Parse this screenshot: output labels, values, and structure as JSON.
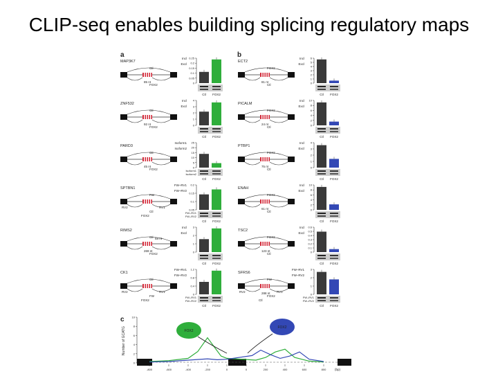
{
  "slide": {
    "title": "CLIP-seq enables building splicing regulatory maps"
  },
  "figure": {
    "panel_letters": [
      "a",
      "b",
      "c"
    ],
    "gene_axis_title": "Number of GCATG",
    "x_axis_unit": "(bp)",
    "protein_label_green": "FOX2",
    "protein_label_blue": "FOX2",
    "colors": {
      "ctl_bar": "#3a3a3a",
      "fox2_green": "#2fae3b",
      "fox2_blue": "#3348b5",
      "exon_red": "#d32a3a"
    },
    "panel_a": [
      {
        "gene": "MAP3K7",
        "legend": [
          "Incl",
          "Excl"
        ],
        "distance": "85 nt",
        "ticks": [
          "0.25",
          "0.2",
          "0.15",
          "0.1",
          "0.05",
          "0"
        ],
        "bars": {
          "ctl": 0.45,
          "fox2": 0.95
        },
        "under": [
          "Ctl",
          "FOX2"
        ],
        "left_labels": [
          "Ctl",
          "FOX2"
        ]
      },
      {
        "gene": "ZNF532",
        "legend": [
          "Incl",
          "Excl"
        ],
        "distance": "92 nt",
        "ticks": [
          "4",
          "3",
          "2",
          "1",
          "0"
        ],
        "bars": {
          "ctl": 0.55,
          "fox2": 0.92
        },
        "under": [
          "Ctl",
          "FOX2"
        ],
        "left_labels": [
          "Ctl",
          "FOX2"
        ]
      },
      {
        "gene": "PARD3",
        "legend": [
          "Isoform1",
          "Isoform2"
        ],
        "distance": "45 nt",
        "ticks": [
          "25",
          "20",
          "15",
          "10",
          "5",
          "0"
        ],
        "bars": {
          "ctl": 0.55,
          "fox2": 0.18
        },
        "under": [
          "Ctl",
          "FOX2"
        ],
        "left_labels": [
          "Ctl",
          "FOX2"
        ],
        "gel_rows": [
          "Isoform1",
          "Isoform2"
        ]
      },
      {
        "gene": "SPTBN1",
        "legend": [
          "FW–RV1",
          "FW–RV2"
        ],
        "distance": "",
        "ticks": [
          "0.2",
          "0.15",
          "0.1",
          "0.05"
        ],
        "bars": {
          "ctl": 0.62,
          "fox2": 0.82
        },
        "under": [
          "Ctl",
          "FOX2"
        ],
        "left_labels": [
          "FW",
          "Ctl",
          "RV2",
          "RV1",
          "FOX2"
        ],
        "gel_rows": [
          "FW–RV1",
          "FW–RV2"
        ]
      },
      {
        "gene": "RIMS2",
        "legend": [
          "Incl",
          "Excl"
        ],
        "distance": "269 nt",
        "ticks": [
          "3",
          "2",
          "1",
          "0"
        ],
        "bars": {
          "ctl": 0.52,
          "fox2": 0.95
        },
        "under": [
          "Ctl",
          "FOX2"
        ],
        "left_labels": [
          "Ctl",
          "FOX2"
        ],
        "extra": "68 nt"
      },
      {
        "gene": "CK1",
        "legend": [
          "FW–RV1",
          "FW–RV2"
        ],
        "distance": "",
        "ticks": [
          "1.2",
          "0.8",
          "0.4",
          "0"
        ],
        "bars": {
          "ctl": 0.5,
          "fox2": 0.95
        },
        "under": [
          "Ctl",
          "FOX2"
        ],
        "left_labels": [
          "Ctl",
          "FW",
          "RV2",
          "RV1",
          "FOX2"
        ],
        "gel_rows": [
          "FW–RV1",
          "FW–RV2"
        ]
      }
    ],
    "panel_b": [
      {
        "gene": "ECT2",
        "legend": [
          "Incl",
          "Excl"
        ],
        "distance": "81 nt",
        "ticks": [
          "6",
          "5",
          "4",
          "3",
          "2",
          "1",
          "0"
        ],
        "bars": {
          "ctl": 0.95,
          "fox2": 0.1
        },
        "under": [
          "Ctl",
          "FOX2"
        ],
        "left_labels": [
          "FOX2",
          "Ctl"
        ]
      },
      {
        "gene": "PICALM",
        "legend": [
          "Incl",
          "Excl"
        ],
        "distance": "24 nt",
        "ticks": [
          "10",
          "8",
          "6",
          "4",
          "2",
          "0"
        ],
        "bars": {
          "ctl": 0.92,
          "fox2": 0.15
        },
        "under": [
          "Ctl",
          "FOX2"
        ],
        "left_labels": [
          "FOX2",
          "Ctl"
        ]
      },
      {
        "gene": "PTBP1",
        "legend": [
          "Incl",
          "Excl"
        ],
        "distance": "75 nt",
        "ticks": [
          "4",
          "3",
          "2",
          "1",
          "0"
        ],
        "bars": {
          "ctl": 0.9,
          "fox2": 0.35
        },
        "under": [
          "Ctl",
          "FOX2"
        ],
        "left_labels": [
          "FOX2",
          "Ctl"
        ]
      },
      {
        "gene": "ENAH",
        "legend": [
          "Incl",
          "Excl"
        ],
        "distance": "61 nt",
        "ticks": [
          "10",
          "8",
          "6",
          "4",
          "2",
          "0"
        ],
        "bars": {
          "ctl": 0.92,
          "fox2": 0.22
        },
        "under": [
          "Ctl",
          "FOX2"
        ],
        "left_labels": [
          "FOX2",
          "Ctl"
        ]
      },
      {
        "gene": "TSC2",
        "legend": [
          "Incl",
          "Excl"
        ],
        "distance": "123 nt",
        "ticks": [
          "0.6",
          "0.5",
          "0.4",
          "0.3",
          "0.2",
          "0.1",
          "0"
        ],
        "bars": {
          "ctl": 0.82,
          "fox2": 0.12
        },
        "under": [
          "Ctl",
          "FOX2"
        ],
        "left_labels": [
          "FOX2",
          "Ctl"
        ]
      },
      {
        "gene": "SFRS6",
        "legend": [
          "FW–RV1",
          "FW–RV2"
        ],
        "distance": "288 nt",
        "ticks": [
          "3",
          "2",
          "1",
          "0"
        ],
        "bars": {
          "ctl": 0.9,
          "fox2": 0.6
        },
        "under": [
          "Ctl",
          "FOX2"
        ],
        "left_labels": [
          "FW",
          "FOX2",
          "RV2",
          "RV1",
          "Ctl"
        ],
        "gel_rows": [
          "FW–RV1",
          "FW–RV2"
        ]
      }
    ],
    "panel_c": {
      "x_ticks": [
        "-800",
        "-600",
        "-400",
        "-200",
        "0",
        "0",
        "200",
        "400",
        "600",
        "800"
      ],
      "y_ticks": [
        "10",
        "8",
        "6",
        "4",
        "2",
        "0"
      ],
      "green_curve": [
        [
          -800,
          0.3
        ],
        [
          -600,
          0.5
        ],
        [
          -400,
          1.0
        ],
        [
          -300,
          2.5
        ],
        [
          -200,
          5.5
        ],
        [
          -120,
          3.2
        ],
        [
          -60,
          1.5
        ],
        [
          0,
          1.0
        ],
        [
          100,
          0.6
        ],
        [
          200,
          1.2
        ],
        [
          300,
          2.4
        ],
        [
          400,
          3.0
        ],
        [
          500,
          1.2
        ],
        [
          650,
          0.4
        ],
        [
          800,
          0.2
        ]
      ],
      "blue_curve": [
        [
          -800,
          0.2
        ],
        [
          -600,
          0.3
        ],
        [
          -400,
          0.6
        ],
        [
          -200,
          0.9
        ],
        [
          -100,
          0.7
        ],
        [
          0,
          0.8
        ],
        [
          60,
          1.6
        ],
        [
          150,
          2.8
        ],
        [
          250,
          1.8
        ],
        [
          350,
          1.0
        ],
        [
          450,
          1.5
        ],
        [
          550,
          2.4
        ],
        [
          650,
          0.8
        ],
        [
          800,
          0.3
        ]
      ]
    }
  }
}
